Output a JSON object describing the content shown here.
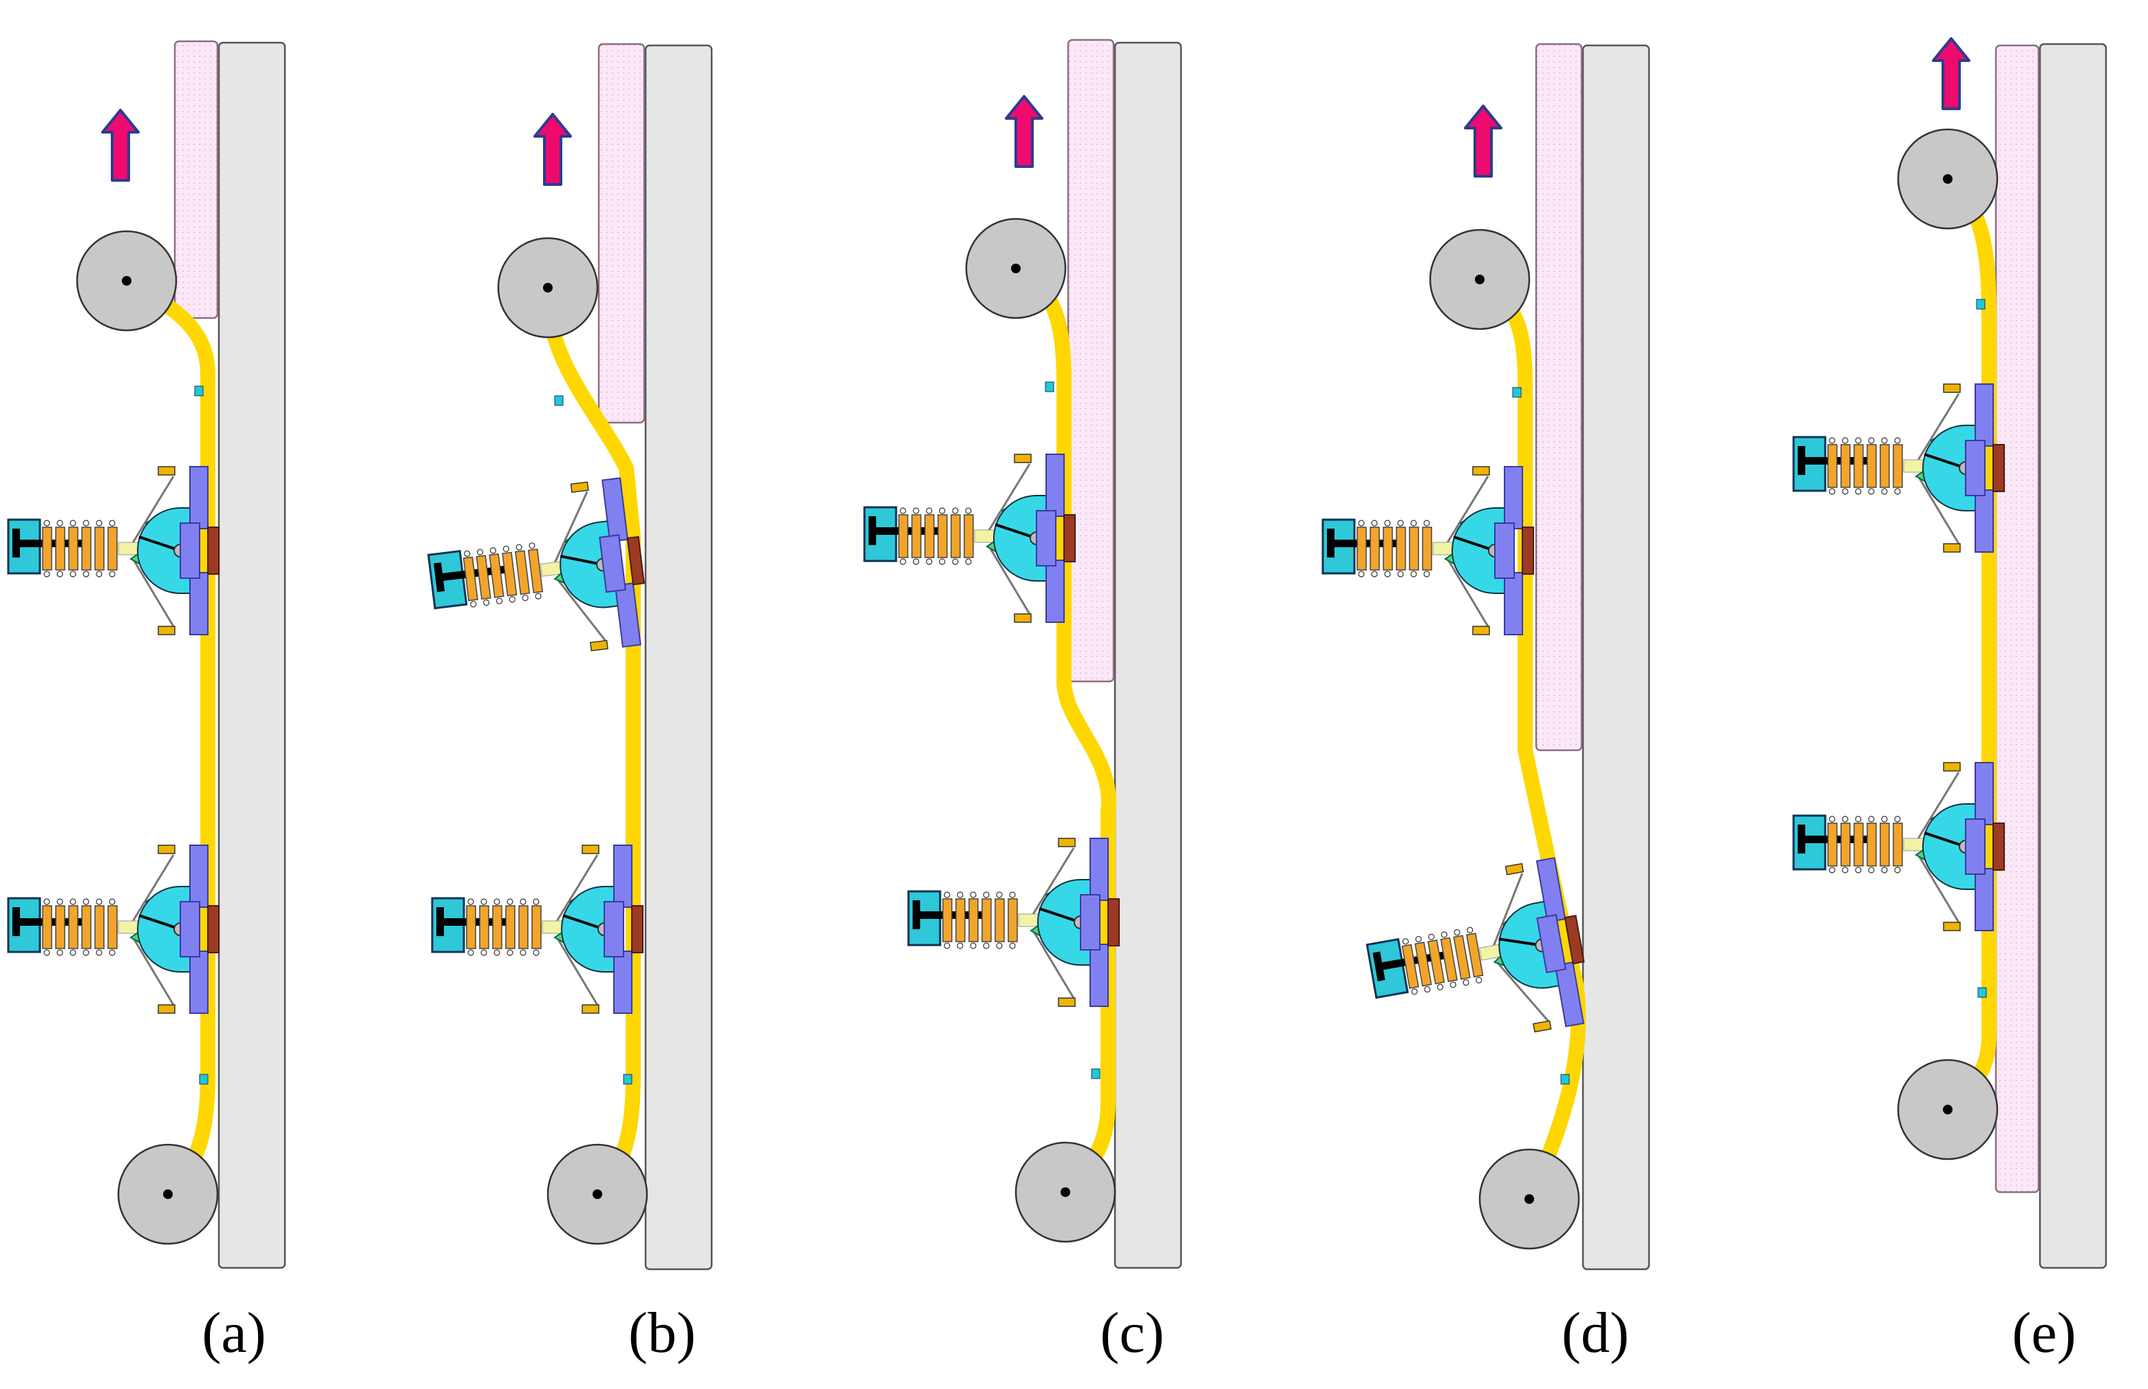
{
  "figure": {
    "panels": [
      {
        "id": "a",
        "label": "(a)"
      },
      {
        "id": "b",
        "label": "(b)"
      },
      {
        "id": "c",
        "label": "(c)"
      },
      {
        "id": "d",
        "label": "(d)"
      },
      {
        "id": "e",
        "label": "(e)"
      }
    ],
    "direction_arrow_icon": "up-arrow-icon",
    "colors": {
      "wall": "#e6e6e6",
      "wall_stroke": "#555555",
      "panel": "#fbe8f7",
      "panel_stroke": "#8c6e86",
      "band": "#ffd700",
      "wheel": "#c8c8c8",
      "arrow": "#ef0a6e",
      "arrow_stroke": "#2a3d8f",
      "pad": "#8080f0",
      "pad_stroke": "#3a3aa0",
      "brake": "#9c3a24",
      "clamp_body": "#36d8e8",
      "clamp_arm": "#3ee07a",
      "spring": "#f2a52a",
      "housing": "#2ec8d8",
      "marker": "#22c8d0",
      "yellow_block": "#f0b400"
    }
  }
}
